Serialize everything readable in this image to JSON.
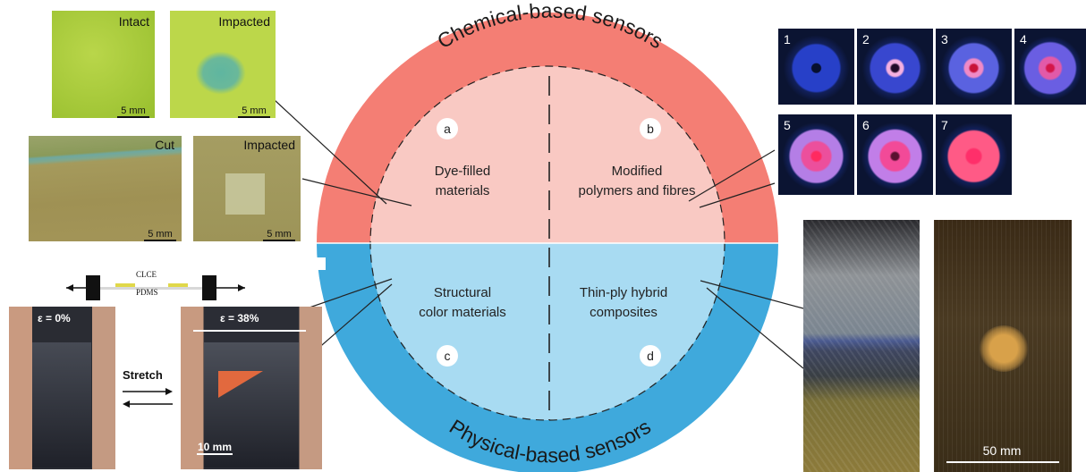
{
  "ring": {
    "top_title": "Chemical-based sensors",
    "bottom_title": "Physical-based sensors",
    "colors": {
      "top_ring": "#f47e74",
      "bottom_ring": "#3fa9dc",
      "top_fill": "#f9c9c3",
      "bottom_fill": "#a8dbf2"
    }
  },
  "quadrants": {
    "a": {
      "letter": "a",
      "line1": "Dye-filled",
      "line2": "materials"
    },
    "b": {
      "letter": "b",
      "line1": "Modified",
      "line2": "polymers and fibres"
    },
    "c": {
      "letter": "c",
      "line1": "Structural",
      "line2": "color materials"
    },
    "d": {
      "letter": "d",
      "line1": "Thin-ply hybrid",
      "line2": "composites"
    }
  },
  "panel_a": {
    "top_left": {
      "label": "Intact",
      "scale": "5 mm"
    },
    "top_right": {
      "label": "Impacted",
      "scale": "5 mm"
    },
    "bottom_left": {
      "label": "Cut",
      "scale": "5 mm"
    },
    "bottom_right": {
      "label": "Impacted",
      "scale": "5 mm"
    }
  },
  "panel_b": {
    "numbers": [
      "1",
      "2",
      "3",
      "4",
      "5",
      "6",
      "7"
    ]
  },
  "panel_c": {
    "device_label_1": "CLCE",
    "device_label_2": "PDMS",
    "strain_left": "ε = 0%",
    "strain_right": "ε = 38%",
    "stretch": "Stretch",
    "scale": "10 mm"
  },
  "panel_d": {
    "scale": "50 mm"
  }
}
